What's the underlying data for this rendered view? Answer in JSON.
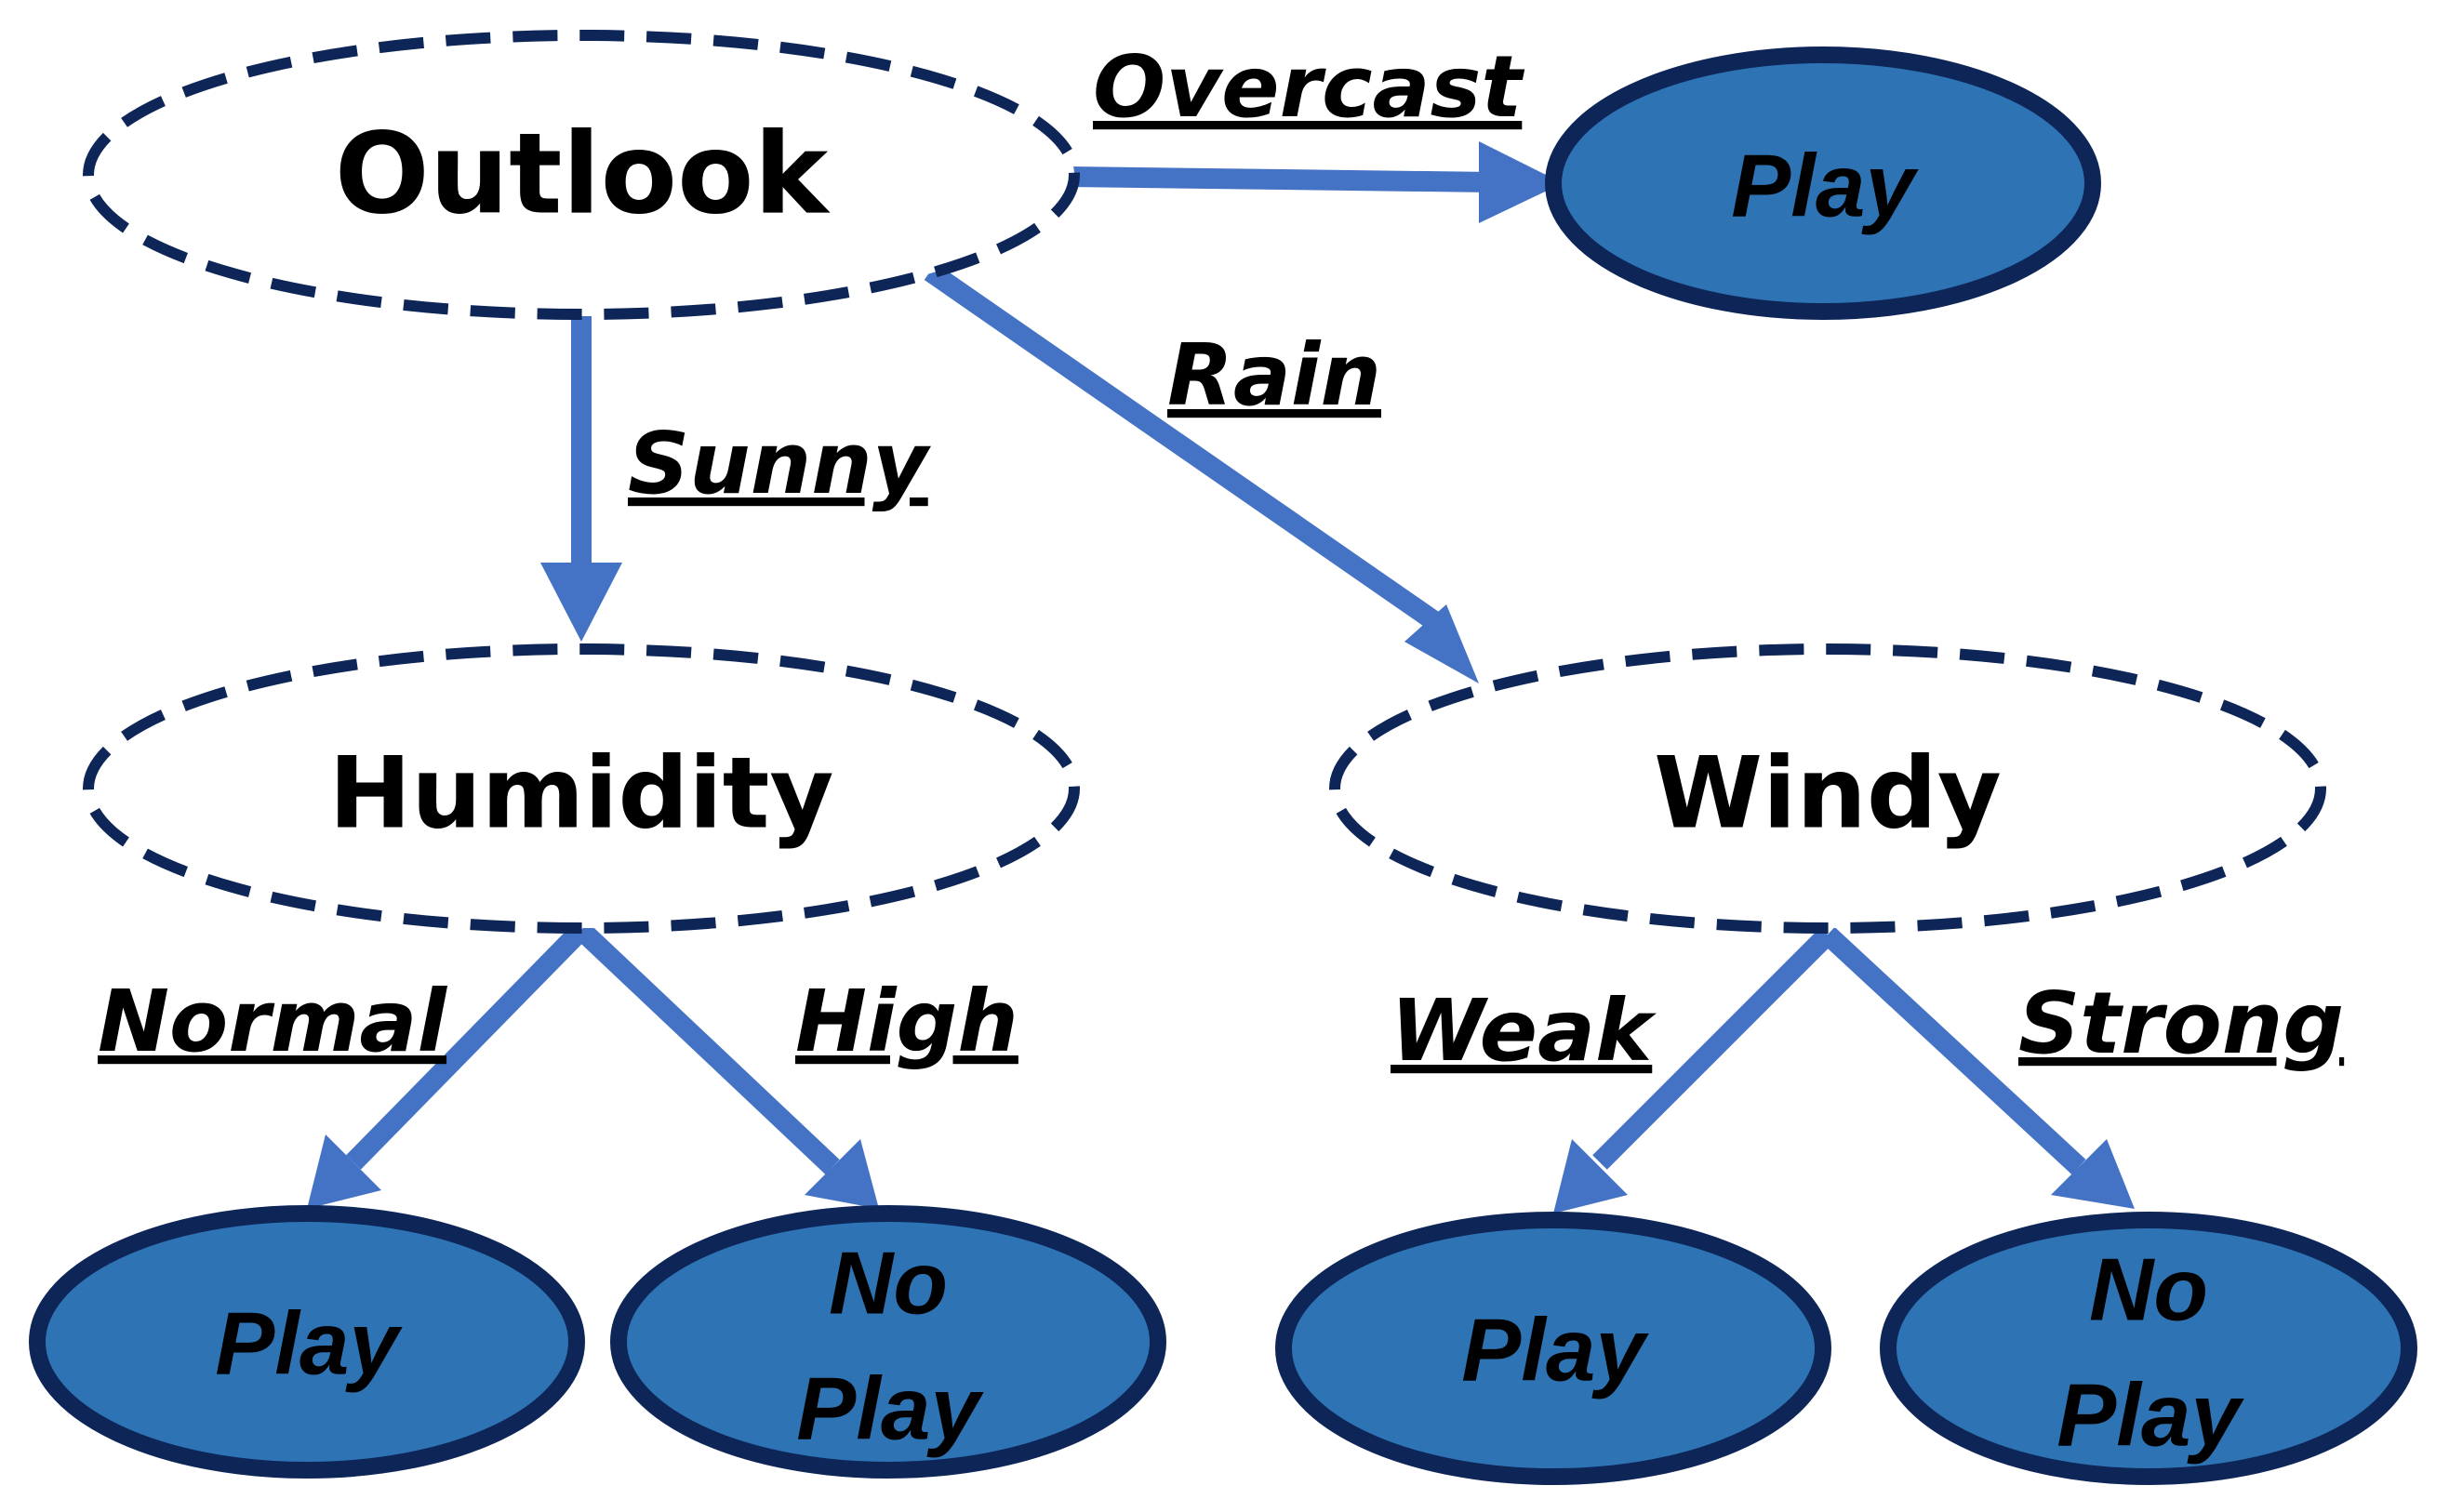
{
  "diagram": {
    "nodes": {
      "outlook": "Outlook",
      "humidity": "Humidity",
      "windy": "Windy",
      "overcast_leaf": "Play",
      "normal_leaf": "Play",
      "high_leaf_line1": "No",
      "high_leaf_line2": "Play",
      "weak_leaf": "Play",
      "strong_leaf_line1": "No",
      "strong_leaf_line2": "Play"
    },
    "edges": {
      "overcast": "Overcast",
      "rain": "Rain",
      "sunny": "Sunny",
      "normal": "Normal",
      "high": "High",
      "weak": "Weak",
      "strong": "Strong"
    },
    "colors": {
      "arrow": "#4472c4",
      "leaf_fill": "#2e74b5",
      "outline": "#0d2557"
    }
  }
}
